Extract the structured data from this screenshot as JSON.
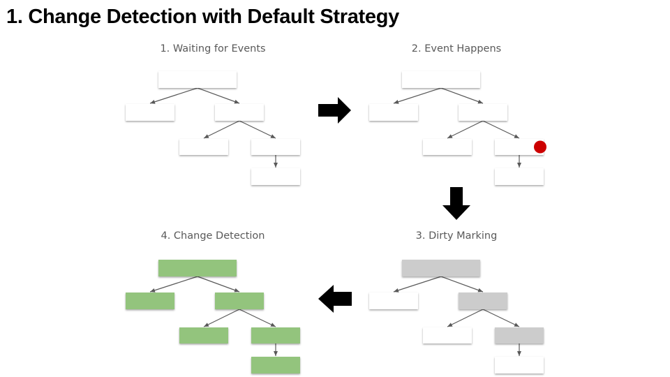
{
  "title": "1. Change Detection with Default Strategy",
  "colors": {
    "default_fill": "#ffffff",
    "dirty_fill": "#cccccc",
    "checked_fill": "#93c47d",
    "event_marker": "#cc0000",
    "edge": "#595959",
    "flow_arrow": "#000000"
  },
  "panels": [
    {
      "id": "waiting",
      "title": "1. Waiting for Events",
      "nodes": [
        {
          "id": "root",
          "state": "default"
        },
        {
          "id": "left-child",
          "state": "default"
        },
        {
          "id": "right-child",
          "state": "default"
        },
        {
          "id": "left-grandchild",
          "state": "default"
        },
        {
          "id": "right-grandchild",
          "state": "default"
        },
        {
          "id": "leaf",
          "state": "default"
        }
      ],
      "event_node": null
    },
    {
      "id": "event",
      "title": "2. Event Happens",
      "nodes": [
        {
          "id": "root",
          "state": "default"
        },
        {
          "id": "left-child",
          "state": "default"
        },
        {
          "id": "right-child",
          "state": "default"
        },
        {
          "id": "left-grandchild",
          "state": "default"
        },
        {
          "id": "right-grandchild",
          "state": "default"
        },
        {
          "id": "leaf",
          "state": "default"
        }
      ],
      "event_node": "right-grandchild"
    },
    {
      "id": "dirty",
      "title": "3. Dirty Marking",
      "nodes": [
        {
          "id": "root",
          "state": "dirty"
        },
        {
          "id": "left-child",
          "state": "default"
        },
        {
          "id": "right-child",
          "state": "dirty"
        },
        {
          "id": "left-grandchild",
          "state": "default"
        },
        {
          "id": "right-grandchild",
          "state": "dirty"
        },
        {
          "id": "leaf",
          "state": "default"
        }
      ],
      "event_node": null
    },
    {
      "id": "detection",
      "title": "4. Change Detection",
      "nodes": [
        {
          "id": "root",
          "state": "checked"
        },
        {
          "id": "left-child",
          "state": "checked"
        },
        {
          "id": "right-child",
          "state": "checked"
        },
        {
          "id": "left-grandchild",
          "state": "checked"
        },
        {
          "id": "right-grandchild",
          "state": "checked"
        },
        {
          "id": "leaf",
          "state": "checked"
        }
      ],
      "event_node": null
    }
  ],
  "edges": [
    [
      "root",
      "left-child"
    ],
    [
      "root",
      "right-child"
    ],
    [
      "right-child",
      "left-grandchild"
    ],
    [
      "right-child",
      "right-grandchild"
    ],
    [
      "right-grandchild",
      "leaf"
    ]
  ],
  "flow": [
    {
      "from": "waiting",
      "to": "event",
      "direction": "right"
    },
    {
      "from": "event",
      "to": "dirty",
      "direction": "down"
    },
    {
      "from": "dirty",
      "to": "detection",
      "direction": "left"
    }
  ]
}
